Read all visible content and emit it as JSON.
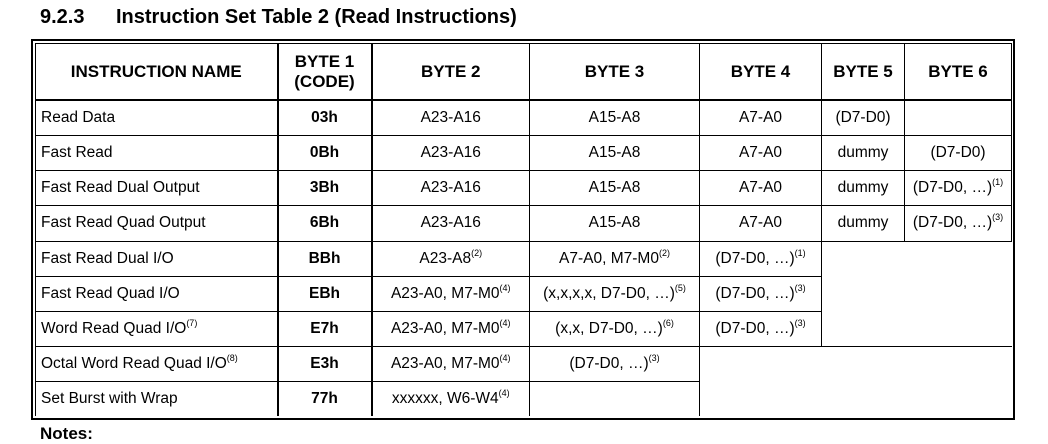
{
  "section": {
    "number": "9.2.3",
    "title": "Instruction Set Table 2 (Read Instructions)"
  },
  "table": {
    "headers": [
      "INSTRUCTION NAME",
      "BYTE 1",
      "(CODE)",
      "BYTE 2",
      "BYTE 3",
      "BYTE 4",
      "BYTE 5",
      "BYTE 6"
    ],
    "rows": [
      {
        "name": "Read Data",
        "code": "03h",
        "b2": "A23-A16",
        "b3": "A15-A8",
        "b4": "A7-A0",
        "b5": "(D7-D0)",
        "b6": ""
      },
      {
        "name": "Fast Read",
        "code": "0Bh",
        "b2": "A23-A16",
        "b3": "A15-A8",
        "b4": "A7-A0",
        "b5": "dummy",
        "b6": "(D7-D0)"
      },
      {
        "name": "Fast Read Dual Output",
        "code": "3Bh",
        "b2": "A23-A16",
        "b3": "A15-A8",
        "b4": "A7-A0",
        "b5": "dummy",
        "b6": "(D7-D0, …)",
        "b6_note": "(1)"
      },
      {
        "name": "Fast Read Quad Output",
        "code": "6Bh",
        "b2": "A23-A16",
        "b3": "A15-A8",
        "b4": "A7-A0",
        "b5": "dummy",
        "b6": "(D7-D0, …)",
        "b6_note": "(3)"
      },
      {
        "name": "Fast Read Dual I/O",
        "code": "BBh",
        "b2": "A23-A8",
        "b2_note": "(2)",
        "b3": "A7-A0, M7-M0",
        "b3_note": "(2)",
        "b4": "(D7-D0, …)",
        "b4_note": "(1)"
      },
      {
        "name": "Fast Read Quad I/O",
        "code": "EBh",
        "b2": "A23-A0, M7-M0",
        "b2_note": "(4)",
        "b3": "(x,x,x,x, D7-D0, …)",
        "b3_note": "(5)",
        "b4": "(D7-D0, …)",
        "b4_note": "(3)"
      },
      {
        "name": "Word Read Quad I/O",
        "name_note": "(7)",
        "code": "E7h",
        "b2": "A23-A0, M7-M0",
        "b2_note": "(4)",
        "b3": "(x,x, D7-D0, …)",
        "b3_note": "(6)",
        "b4": "(D7-D0, …)",
        "b4_note": "(3)"
      },
      {
        "name": "Octal Word Read Quad I/O",
        "name_note": "(8)",
        "code": "E3h",
        "b2": "A23-A0, M7-M0",
        "b2_note": "(4)",
        "b3": "(D7-D0, …)",
        "b3_note": "(3)"
      },
      {
        "name": "Set Burst with Wrap",
        "code": "77h",
        "b2": "xxxxxx, W6-W4",
        "b2_note": "(4)"
      }
    ]
  },
  "notes_label": "Notes:"
}
